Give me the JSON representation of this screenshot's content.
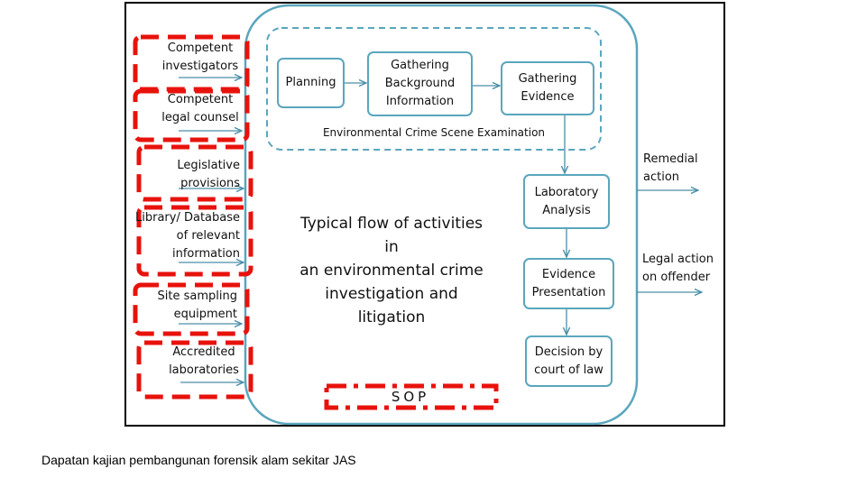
{
  "inputs": [
    {
      "label": "Competent\ninvestigators"
    },
    {
      "label": "Competent\nlegal counsel"
    },
    {
      "label": "Legislative\nprovisions"
    },
    {
      "label": "Library/ Database\nof relevant\ninformation"
    },
    {
      "label": "Site sampling\nequipment"
    },
    {
      "label": "Accredited\nlaboratories"
    }
  ],
  "process": {
    "planning": "Planning",
    "gathering_background": "Gathering\nBackground\nInformation",
    "gathering_evidence": "Gathering\nEvidence",
    "scene_examination": "Environmental Crime Scene Examination",
    "laboratory_analysis": "Laboratory\nAnalysis",
    "evidence_presentation": "Evidence\nPresentation",
    "decision": "Decision by\ncourt of law"
  },
  "outputs": {
    "remedial": "Remedial\naction",
    "legal": "Legal action\non offender"
  },
  "title": "Typical flow of activities in\nan environmental crime\ninvestigation and litigation",
  "sop_label": "SOP",
  "caption": "Dapatan kajian pembangunan forensik alam sekitar JAS",
  "colors": {
    "teal": "#5aa6bd",
    "red_dash": "#e8120c",
    "arrow": "#4a8fa8"
  }
}
